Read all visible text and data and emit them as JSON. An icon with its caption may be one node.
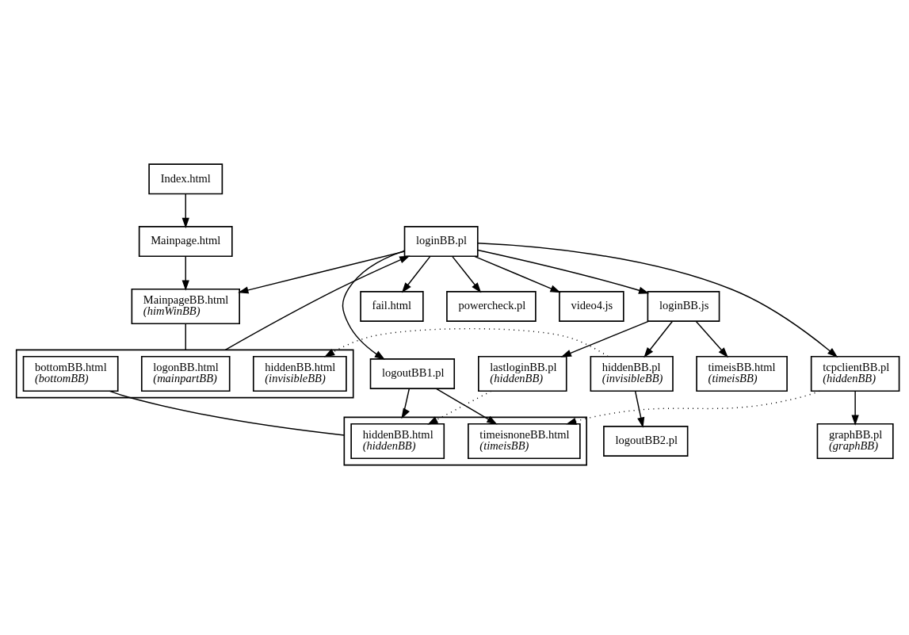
{
  "diagram": {
    "nodes": [
      {
        "text": [
          "Index.html"
        ]
      },
      {
        "text": [
          "Mainpage.html"
        ]
      },
      {
        "text": [
          "MainpageBB.html",
          "(himWinBB)"
        ]
      },
      {
        "text": [],
        "shape": "box"
      },
      {
        "text": [
          "logonBB.html",
          "(mainpartBB)"
        ],
        "in": 3
      },
      {
        "text": [
          "hiddenBB.html",
          "(invisibleBB)"
        ],
        "in": 3
      },
      {
        "text": [
          "bottomBB.html",
          "(bottomBB)"
        ],
        "in": 3
      },
      {
        "text": [],
        "shape": "box"
      },
      {
        "text": [
          "hiddenBB.html",
          "(hiddenBB)"
        ],
        "in": 7
      },
      {
        "text": [
          "timeisnoneBB.html",
          "(timeisBB)"
        ],
        "in": 7
      },
      {
        "text": [
          "loginBB.pl"
        ]
      },
      {
        "text": [
          "fail.html"
        ]
      },
      {
        "text": [
          "logoutBB1.pl"
        ]
      },
      {
        "text": [
          "powercheck.pl"
        ]
      },
      {
        "text": [
          "loginBB.js"
        ]
      },
      {
        "text": [
          "lastloginBB.pl",
          "(hiddenBB)"
        ]
      },
      {
        "text": [
          "video4.js"
        ]
      },
      {
        "text": [
          "tcpclientBB.pl",
          "(hiddenBB)"
        ]
      },
      {
        "text": [
          "timeisBB.html",
          "(timeisBB)"
        ]
      },
      {
        "text": [
          "graphBB.pl",
          "(graphBB)"
        ]
      },
      {
        "text": [
          "hiddenBB.pl",
          "(invisibleBB)"
        ]
      },
      {
        "text": [
          "logoutBB2.pl"
        ]
      }
    ],
    "edges": [
      {
        "from": 0,
        "to": 1,
        "arrow": "to"
      },
      {
        "from": 1,
        "to": 2,
        "arrow": "to"
      },
      {
        "from": 10,
        "to": 2,
        "arrow": "to"
      },
      {
        "from": 2,
        "to": 3,
        "arrow": "none"
      },
      {
        "from": 3,
        "to": 10,
        "arrow": "to"
      },
      {
        "from": 6,
        "to": 7,
        "arrow": "none"
      },
      {
        "from": 10,
        "to": 11,
        "arrow": "to"
      },
      {
        "from": 10,
        "to": 12,
        "arrow": "to"
      },
      {
        "from": 10,
        "to": 13,
        "arrow": "to"
      },
      {
        "from": 10,
        "to": 14,
        "arrow": "to"
      },
      {
        "from": 10,
        "to": 16,
        "arrow": "to"
      },
      {
        "from": 10,
        "to": 17,
        "arrow": "to"
      },
      {
        "from": 12,
        "to": 7,
        "arrow": "to"
      },
      {
        "from": 12,
        "to": 9,
        "arrow": "to"
      },
      {
        "from": 14,
        "to": 15,
        "arrow": "to"
      },
      {
        "from": 14,
        "to": 18,
        "arrow": "to"
      },
      {
        "from": 14,
        "to": 20,
        "arrow": "to"
      },
      {
        "from": 17,
        "to": 19,
        "arrow": "to"
      },
      {
        "from": 20,
        "to": 21,
        "arrow": "to"
      },
      {
        "from": 15,
        "to": 8,
        "arrow": "to",
        "style": "dashed"
      },
      {
        "from": 17,
        "to": 9,
        "arrow": "to",
        "style": "dashed"
      },
      {
        "from": 20,
        "to": 5,
        "arrow": "to",
        "style": "dashed"
      }
    ]
  }
}
